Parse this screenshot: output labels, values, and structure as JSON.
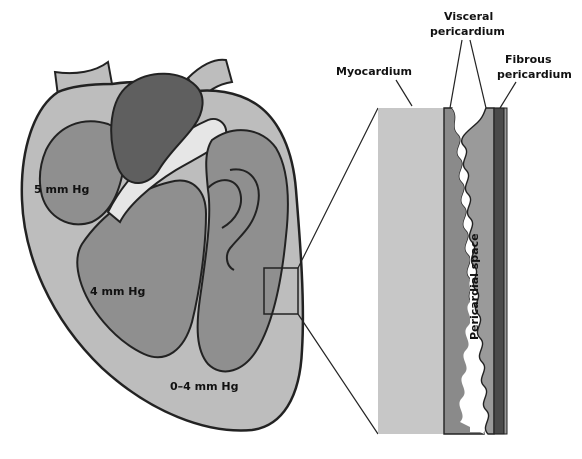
{
  "labels": {
    "visceral_line1": "Visceral",
    "visceral_line2": "pericardium",
    "fibrous_line1": "Fibrous",
    "fibrous_line2": "pericardium",
    "myocardium": "Myocardium",
    "pericardial_space": "Pericardial space"
  },
  "pressures": {
    "atrium": "5 mm Hg",
    "ventricle": "4 mm Hg",
    "pericardium": "0–4 mm Hg"
  },
  "colors": {
    "outer_wall": "#bdbdbd",
    "chambers": "#8f8f8f",
    "aorta": "#5f5f5f",
    "myocardium_band": "#c7c7c7",
    "fibrous_band": "#4a4a4a",
    "outline": "#222222"
  }
}
